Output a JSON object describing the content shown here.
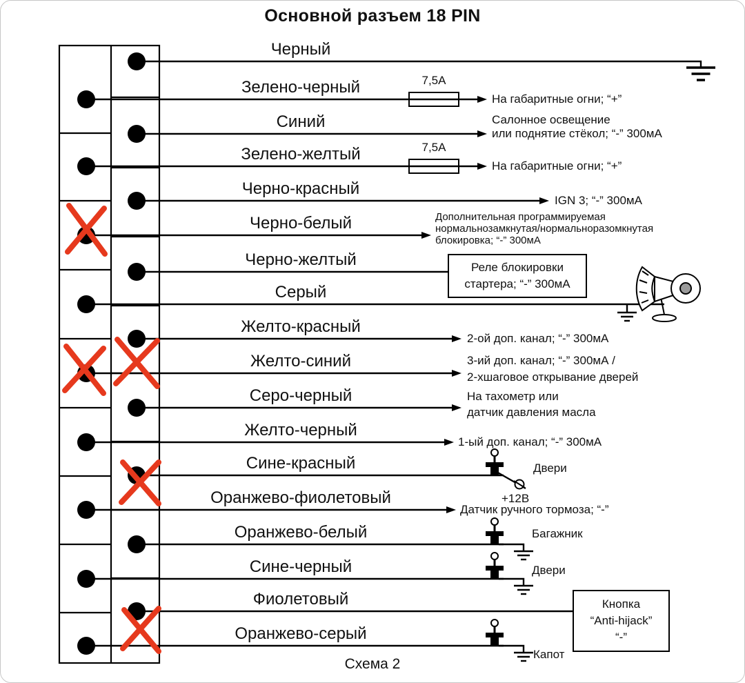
{
  "title": "Основной разъем 18 PIN",
  "footer": "Схема 2",
  "colors": {
    "cross_red": "#e6391d",
    "wire": "#000000"
  },
  "wires": [
    {
      "label": "Черный",
      "dest": "ground"
    },
    {
      "label": "Зелено-черный",
      "fuse": "7,5А",
      "dest": "На габаритные огни; “+”"
    },
    {
      "label": "Синий",
      "dest_lines": [
        "Салонное освещение",
        "или поднятие стёкол; “-” 300мА"
      ]
    },
    {
      "label": "Зелено-желтый",
      "fuse": "7,5А",
      "dest": "На габаритные огни; “+”"
    },
    {
      "label": "Черно-красный",
      "dest": "IGN 3; “-” 300мА"
    },
    {
      "label": "Черно-белый",
      "crossed": true,
      "dest_lines": [
        "Дополнительная программируемая",
        "нормальнозамкнутая/нормальноразомкнутая",
        "блокировка; “-” 300мА"
      ]
    },
    {
      "label": "Черно-желтый",
      "box_lines": [
        "Реле блокировки",
        "стартера; “-” 300мА"
      ]
    },
    {
      "label": "Серый",
      "dest": "siren"
    },
    {
      "label": "Желто-красный",
      "dest": "2-ой доп. канал; “-” 300мА"
    },
    {
      "label": "Желто-синий",
      "crossed": true,
      "dest_lines": [
        "3-ий доп. канал; “-” 300мА /",
        "2-хшаговое открывание дверей"
      ]
    },
    {
      "label": "Серо-черный",
      "dest_lines": [
        "На тахометр или",
        "датчик давления масла"
      ]
    },
    {
      "label": "Желто-черный",
      "dest": "1-ый доп. канал; “-” 300мА"
    },
    {
      "label": "Сине-красный",
      "switch": "Двери",
      "note": "+12В"
    },
    {
      "label": "Оранжево-фиолетовый",
      "crossed": true,
      "dest": "Датчик ручного тормоза; “-”"
    },
    {
      "label": "Оранжево-белый",
      "switch": "Багажник"
    },
    {
      "label": "Сине-черный",
      "switch": "Двери"
    },
    {
      "label": "Фиолетовый",
      "box_lines": [
        "Кнопка",
        "“Anti-hijack”",
        "“-”"
      ]
    },
    {
      "label": "Оранжево-серый",
      "crossed": true,
      "switch": "Капот"
    }
  ]
}
